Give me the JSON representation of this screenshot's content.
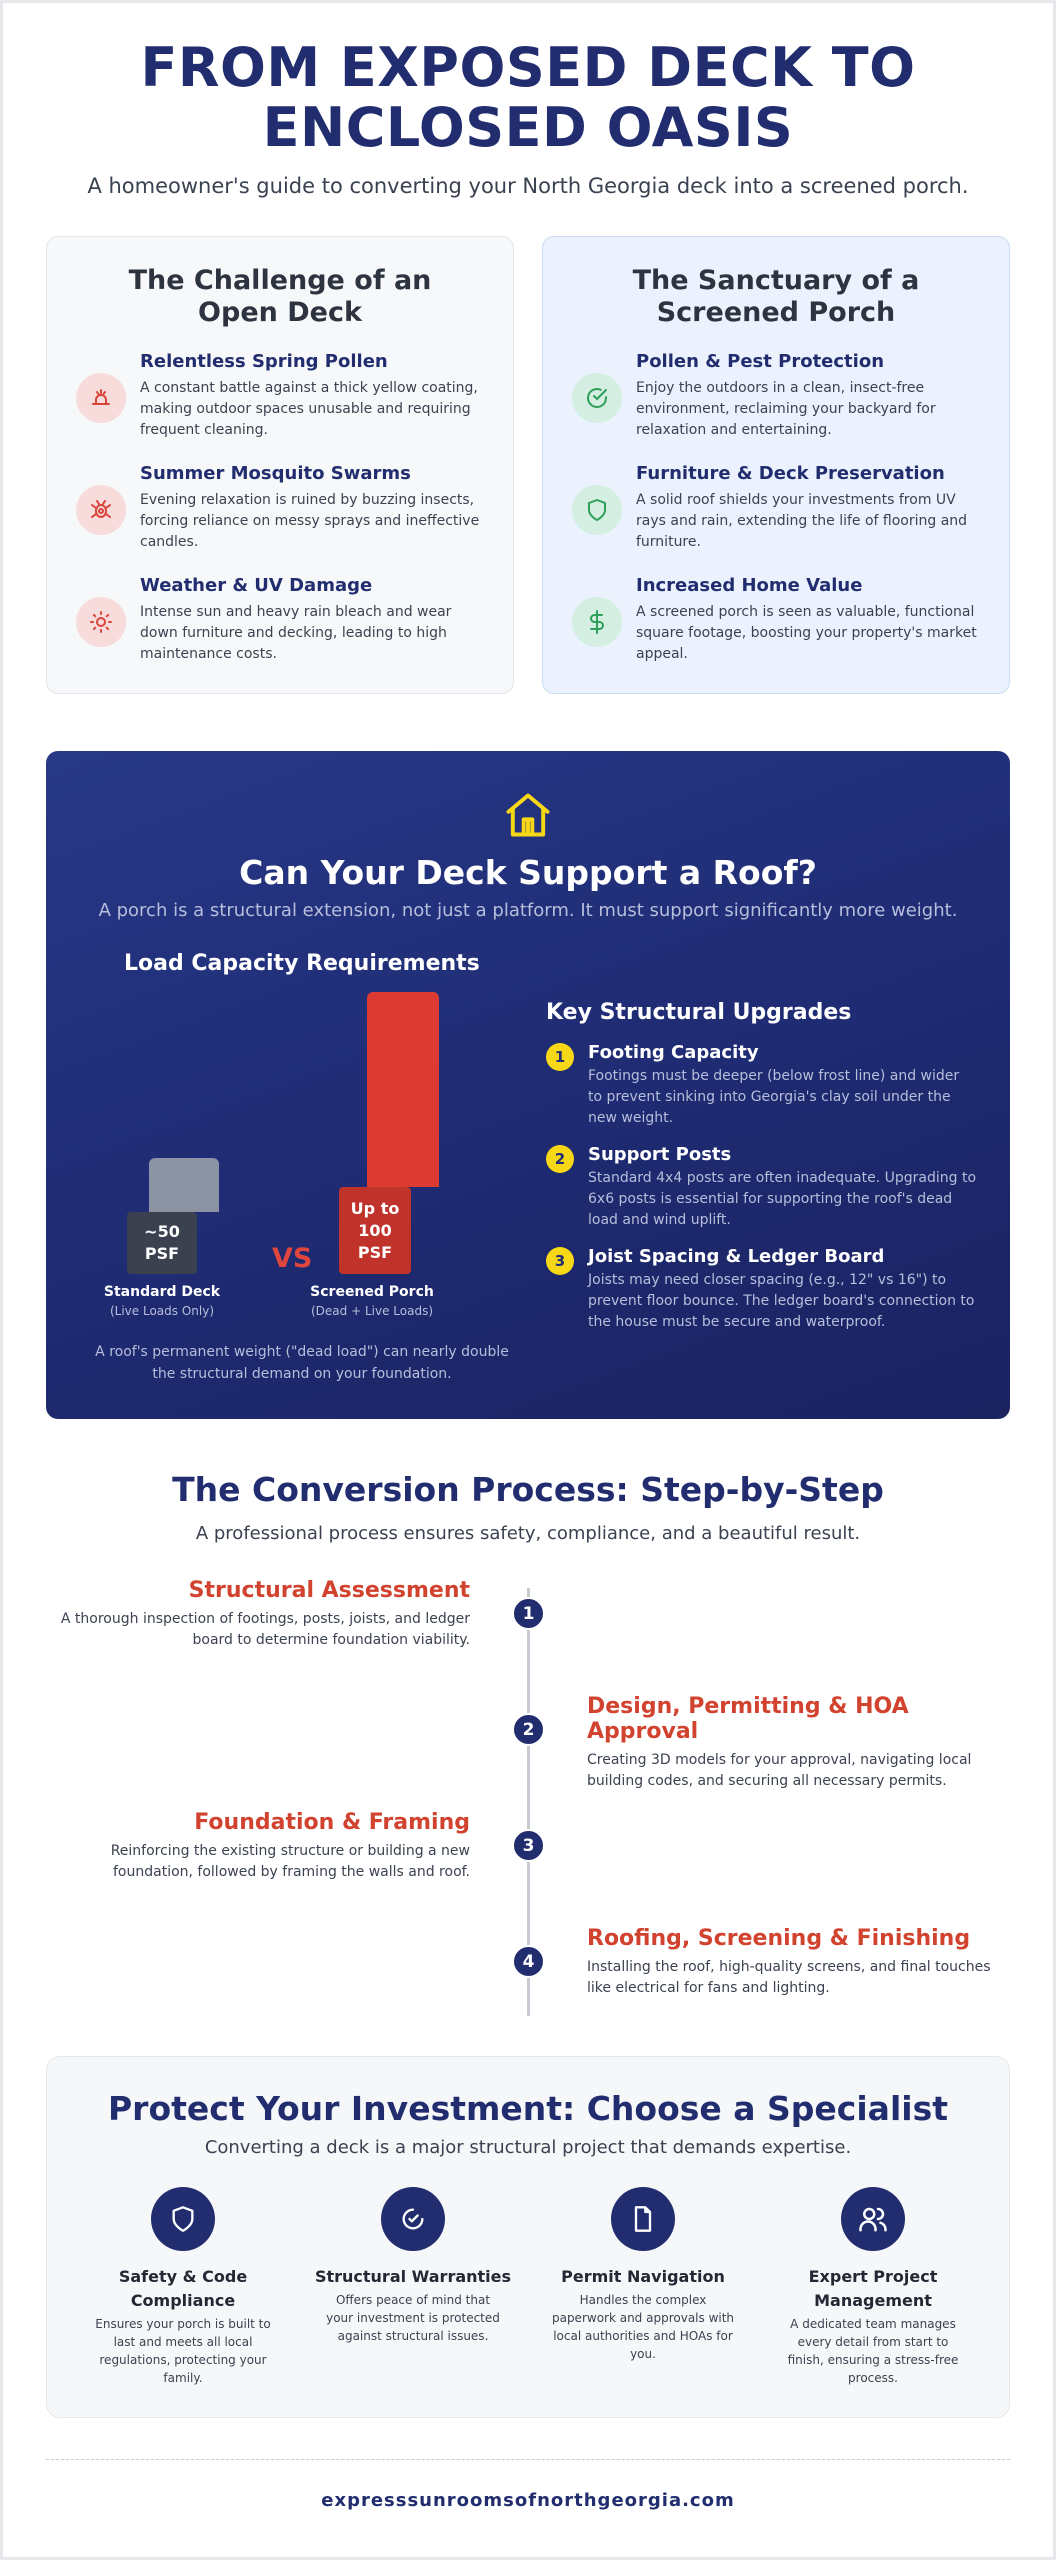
{
  "hero": {
    "title_line1": "FROM EXPOSED DECK TO",
    "title_line2": "ENCLOSED OASIS",
    "subtitle": "A homeowner's guide to converting your North Georgia deck into a screened porch."
  },
  "challenge": {
    "title": "The Challenge of an Open Deck",
    "items": [
      {
        "icon": "pollen-icon",
        "title": "Relentless Spring Pollen",
        "text": "A constant battle against a thick yellow coating, making outdoor spaces unusable and requiring frequent cleaning."
      },
      {
        "icon": "mosquito-icon",
        "title": "Summer Mosquito Swarms",
        "text": "Evening relaxation is ruined by buzzing insects, forcing reliance on messy sprays and ineffective candles."
      },
      {
        "icon": "sun-icon",
        "title": "Weather & UV Damage",
        "text": "Intense sun and heavy rain bleach and wear down furniture and decking, leading to high maintenance costs."
      }
    ]
  },
  "sanctuary": {
    "title": "The Sanctuary of a Screened Porch",
    "items": [
      {
        "icon": "check-circle-icon",
        "title": "Pollen & Pest Protection",
        "text": "Enjoy the outdoors in a clean, insect-free environment, reclaiming your backyard for relaxation and entertaining."
      },
      {
        "icon": "shield-icon",
        "title": "Furniture & Deck Preservation",
        "text": "A solid roof shields your investments from UV rays and rain, extending the life of flooring and furniture."
      },
      {
        "icon": "dollar-icon",
        "title": "Increased Home Value",
        "text": "A screened porch is seen as valuable, functional square footage, boosting your property's market appeal."
      }
    ]
  },
  "roof": {
    "title": "Can Your Deck Support a Roof?",
    "subtitle": "A porch is a structural extension, not just a platform. It must support significantly more weight.",
    "load_title": "Load Capacity Requirements",
    "vs": "VS",
    "deck": {
      "tag_line1": "~50",
      "tag_line2": "PSF",
      "label": "Standard Deck",
      "sub": "(Live Loads Only)"
    },
    "porch": {
      "tag_line1": "Up to",
      "tag_line2": "100",
      "tag_line3": "PSF",
      "label": "Screened Porch",
      "sub": "(Dead + Live Loads)"
    },
    "note": "A roof's permanent weight (\"dead load\") can nearly double the structural demand on your foundation.",
    "upgrades_title": "Key Structural Upgrades",
    "upgrades": [
      {
        "num": "1",
        "title": "Footing Capacity",
        "text": "Footings must be deeper (below frost line) and wider to prevent sinking into Georgia's clay soil under the new weight."
      },
      {
        "num": "2",
        "title": "Support Posts",
        "text": "Standard 4x4 posts are often inadequate. Upgrading to 6x6 posts is essential for supporting the roof's dead load and wind uplift."
      },
      {
        "num": "3",
        "title": "Joist Spacing & Ledger Board",
        "text": "Joists may need closer spacing (e.g., 12\" vs 16\") to prevent floor bounce. The ledger board's connection to the house must be secure and waterproof."
      }
    ],
    "colors": {
      "deck_bar": "#8c93a2",
      "deck_tag": "#3c4150",
      "porch_bar": "#dc3b33",
      "porch_tag": "#c0332b",
      "accent": "#f7d816"
    }
  },
  "chart_data": {
    "type": "bar",
    "categories": [
      "Standard Deck",
      "Screened Porch"
    ],
    "values": [
      50,
      100
    ],
    "title": "Load Capacity Requirements",
    "xlabel": "",
    "ylabel": "",
    "unit": "PSF"
  },
  "process": {
    "title": "The Conversion Process: Step-by-Step",
    "subtitle": "A professional process ensures safety, compliance, and a beautiful result.",
    "steps": [
      {
        "num": "1",
        "title": "Structural Assessment",
        "text": "A thorough inspection of footings, posts, joists, and ledger board to determine foundation viability."
      },
      {
        "num": "2",
        "title": "Design, Permitting & HOA Approval",
        "text": "Creating 3D models for your approval, navigating local building codes, and securing all necessary permits."
      },
      {
        "num": "3",
        "title": "Foundation & Framing",
        "text": "Reinforcing the existing structure or building a new foundation, followed by framing the walls and roof."
      },
      {
        "num": "4",
        "title": "Roofing, Screening & Finishing",
        "text": "Installing the roof, high-quality screens, and final touches like electrical for fans and lighting."
      }
    ]
  },
  "specialist": {
    "title": "Protect Your Investment: Choose a Specialist",
    "subtitle": "Converting a deck is a major structural project that demands expertise.",
    "features": [
      {
        "icon": "shield-icon",
        "title": "Safety & Code Compliance",
        "text": "Ensures your porch is built to last and meets all local regulations, protecting your family."
      },
      {
        "icon": "badge-check-icon",
        "title": "Structural Warranties",
        "text": "Offers peace of mind that your investment is protected against structural issues."
      },
      {
        "icon": "document-icon",
        "title": "Permit Navigation",
        "text": "Handles the complex paperwork and approvals with local authorities and HOAs for you."
      },
      {
        "icon": "users-icon",
        "title": "Expert Project Management",
        "text": "A dedicated team manages every detail from start to finish, ensuring a stress-free process."
      }
    ]
  },
  "footer": {
    "url": "expresssunroomsofnorthgeorgia.com"
  }
}
